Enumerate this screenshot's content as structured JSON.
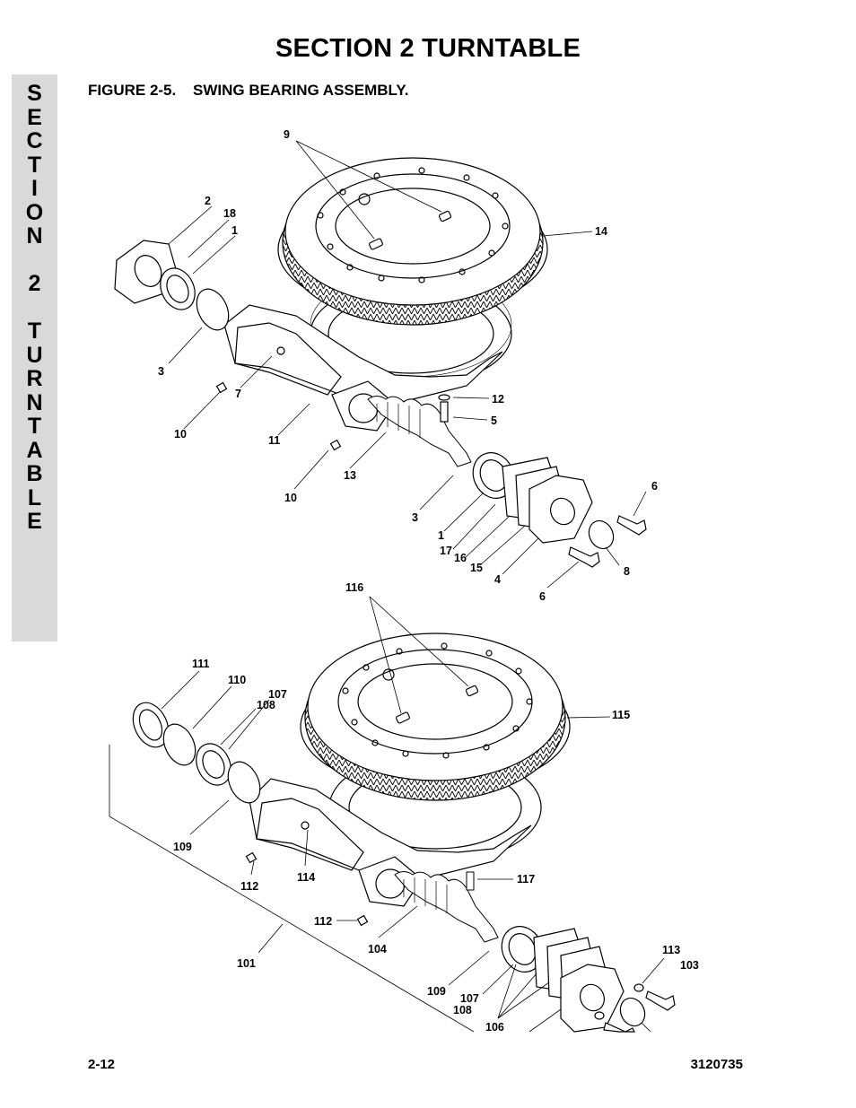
{
  "header": {
    "title": "SECTION 2 TURNTABLE"
  },
  "side_tab": {
    "letters": [
      "S",
      "E",
      "C",
      "T",
      "I",
      "O",
      "N",
      "",
      "2",
      "",
      "T",
      "U",
      "R",
      "N",
      "T",
      "A",
      "B",
      "L",
      "E"
    ]
  },
  "figure": {
    "number": "FIGURE 2-5.",
    "title": "SWING BEARING ASSEMBLY."
  },
  "callouts_top": [
    "9",
    "2",
    "18",
    "1",
    "14",
    "3",
    "7",
    "10",
    "11",
    "12",
    "5",
    "10",
    "13",
    "6",
    "3",
    "1",
    "17",
    "16",
    "15",
    "4",
    "8",
    "6"
  ],
  "callouts_bottom": [
    "116",
    "111",
    "110",
    "107",
    "108",
    "115",
    "109",
    "112",
    "114",
    "117",
    "112",
    "101",
    "104",
    "113",
    "103",
    "109",
    "107",
    "108",
    "106"
  ],
  "footer": {
    "page": "2-12",
    "doc_number": "3120735"
  }
}
